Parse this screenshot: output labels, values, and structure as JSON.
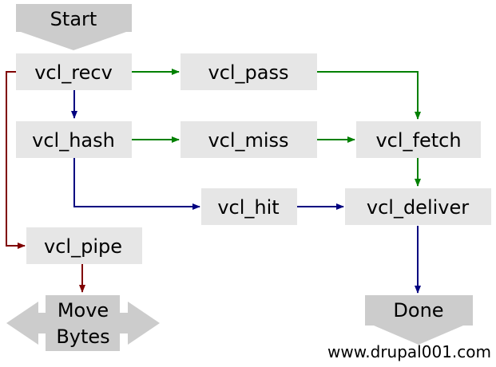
{
  "diagram": {
    "nodes": [
      {
        "id": "start",
        "label": "Start"
      },
      {
        "id": "vcl_recv",
        "label": "vcl_recv"
      },
      {
        "id": "vcl_pass",
        "label": "vcl_pass"
      },
      {
        "id": "vcl_hash",
        "label": "vcl_hash"
      },
      {
        "id": "vcl_miss",
        "label": "vcl_miss"
      },
      {
        "id": "vcl_fetch",
        "label": "vcl_fetch"
      },
      {
        "id": "vcl_hit",
        "label": "vcl_hit"
      },
      {
        "id": "vcl_deliver",
        "label": "vcl_deliver"
      },
      {
        "id": "vcl_pipe",
        "label": "vcl_pipe"
      },
      {
        "id": "move_bytes",
        "label_line1": "Move",
        "label_line2": "Bytes"
      },
      {
        "id": "done",
        "label": "Done"
      }
    ],
    "edges": [
      {
        "from": "vcl_recv",
        "to": "vcl_pass",
        "color": "#008000"
      },
      {
        "from": "vcl_recv",
        "to": "vcl_hash",
        "color": "#000080"
      },
      {
        "from": "vcl_recv",
        "to": "vcl_pipe",
        "color": "#800000"
      },
      {
        "from": "vcl_hash",
        "to": "vcl_miss",
        "color": "#008000"
      },
      {
        "from": "vcl_hash",
        "to": "vcl_hit",
        "color": "#000080"
      },
      {
        "from": "vcl_pass",
        "to": "vcl_fetch",
        "color": "#008000"
      },
      {
        "from": "vcl_miss",
        "to": "vcl_fetch",
        "color": "#008000"
      },
      {
        "from": "vcl_fetch",
        "to": "vcl_deliver",
        "color": "#008000"
      },
      {
        "from": "vcl_hit",
        "to": "vcl_deliver",
        "color": "#000080"
      },
      {
        "from": "vcl_pipe",
        "to": "move_bytes",
        "color": "#800000"
      },
      {
        "from": "vcl_deliver",
        "to": "done",
        "color": "#000080"
      }
    ],
    "colors": {
      "node_fill": "#e6e6e6",
      "pass_green": "#008000",
      "hash_blue": "#000080",
      "pipe_red": "#800000",
      "shape_gray": "#cccccc"
    }
  },
  "watermark": "www.drupal001.com"
}
